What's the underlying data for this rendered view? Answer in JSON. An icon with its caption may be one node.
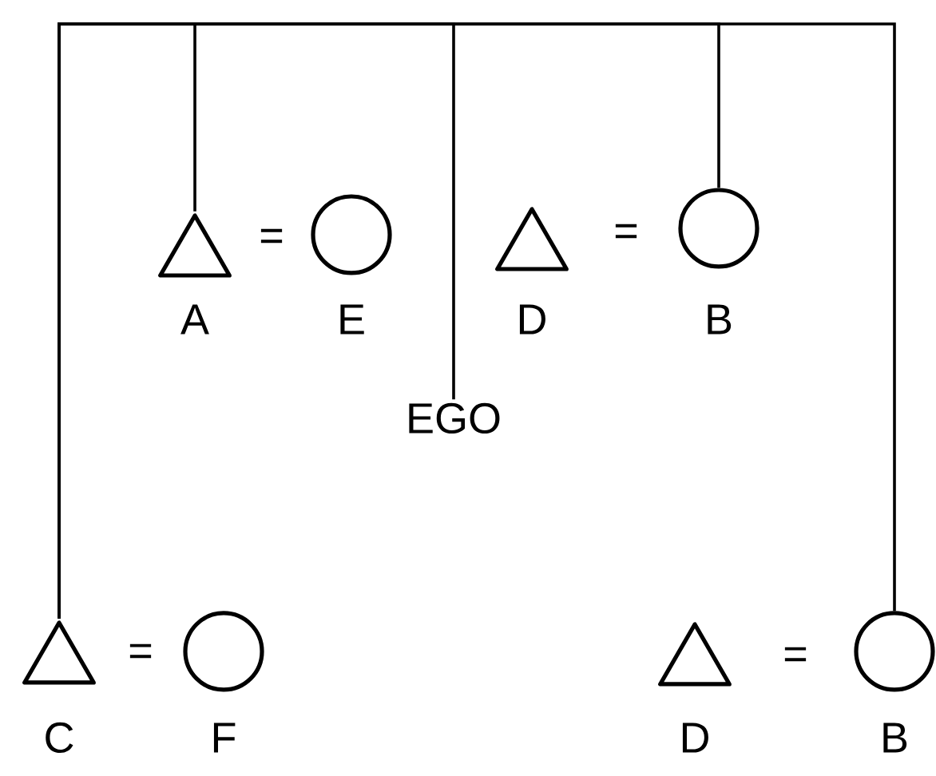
{
  "diagram": {
    "nodes": [
      {
        "text": [],
        "shape": "triangle",
        "beside": [
          "A"
        ]
      },
      {
        "text": [],
        "shape": "circle",
        "beside": [
          "E"
        ]
      },
      {
        "text": [],
        "shape": "triangle",
        "beside": [
          "D"
        ]
      },
      {
        "text": [],
        "shape": "circle",
        "beside": [
          "B"
        ]
      },
      {
        "text": [
          "EGO"
        ]
      },
      {
        "text": [],
        "shape": "triangle",
        "beside": [
          "C"
        ]
      },
      {
        "text": [],
        "shape": "circle",
        "beside": [
          "F"
        ]
      },
      {
        "text": [],
        "shape": "triangle",
        "beside": [
          "D"
        ]
      },
      {
        "text": [],
        "shape": "circle",
        "beside": [
          "B"
        ]
      }
    ],
    "edges": [
      {
        "from": 5,
        "to": 0,
        "arrow": "none"
      },
      {
        "from": 5,
        "to": 4,
        "arrow": "none"
      },
      {
        "from": 5,
        "to": 3,
        "arrow": "none"
      },
      {
        "from": 5,
        "to": 8,
        "arrow": "none"
      }
    ],
    "labels": [
      "=",
      "=",
      "=",
      "="
    ]
  }
}
